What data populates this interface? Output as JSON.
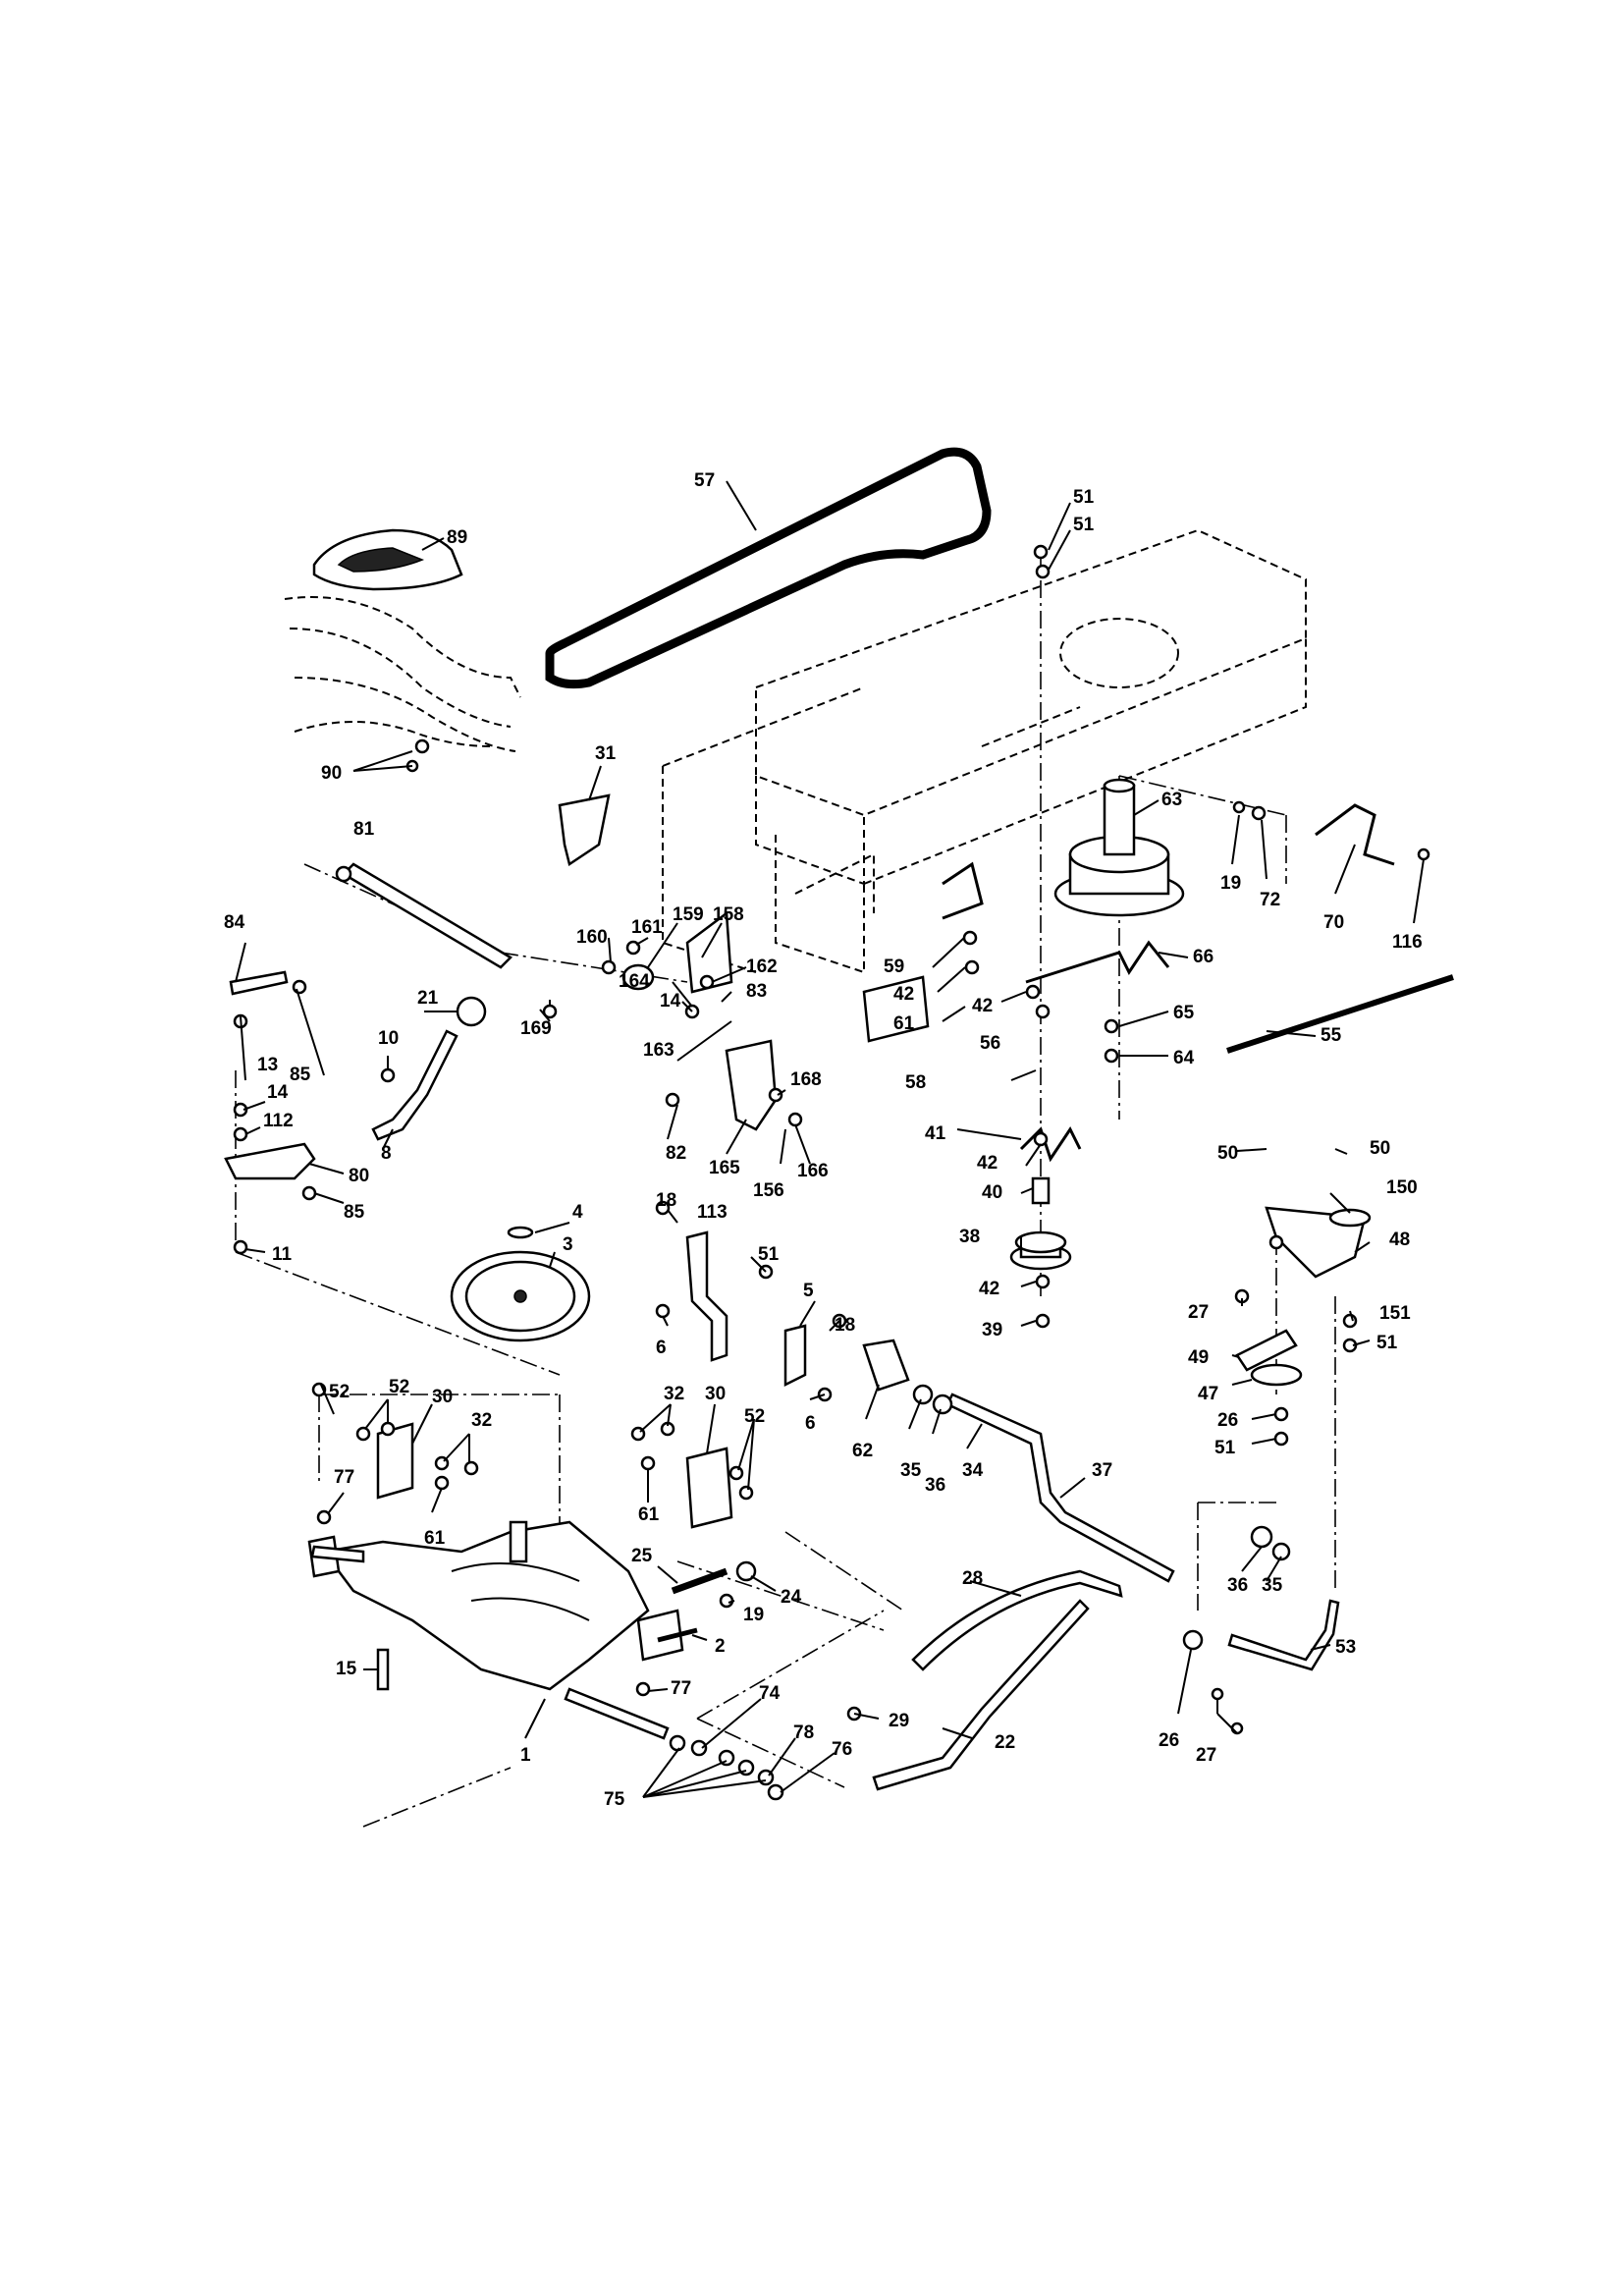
{
  "callouts": [
    "57",
    "51",
    "51",
    "89",
    "90",
    "31",
    "63",
    "19",
    "72",
    "70",
    "116",
    "81",
    "160",
    "161",
    "159",
    "158",
    "162",
    "84",
    "21",
    "169",
    "164",
    "14",
    "83",
    "163",
    "59",
    "42",
    "61",
    "66",
    "42",
    "65",
    "56",
    "64",
    "55",
    "58",
    "85",
    "10",
    "13",
    "14",
    "112",
    "80",
    "8",
    "85",
    "11",
    "82",
    "165",
    "168",
    "156",
    "166",
    "41",
    "42",
    "40",
    "38",
    "42",
    "39",
    "50",
    "50",
    "150",
    "48",
    "27",
    "151",
    "51",
    "49",
    "47",
    "26",
    "51",
    "4",
    "3",
    "18",
    "113",
    "51",
    "6",
    "5",
    "18",
    "6",
    "62",
    "35",
    "36",
    "34",
    "37",
    "52",
    "52",
    "30",
    "32",
    "77",
    "61",
    "32",
    "30",
    "52",
    "61",
    "25",
    "24",
    "19",
    "2",
    "77",
    "15",
    "1",
    "74",
    "78",
    "76",
    "75",
    "28",
    "29",
    "22",
    "36",
    "35",
    "53",
    "26",
    "27"
  ]
}
